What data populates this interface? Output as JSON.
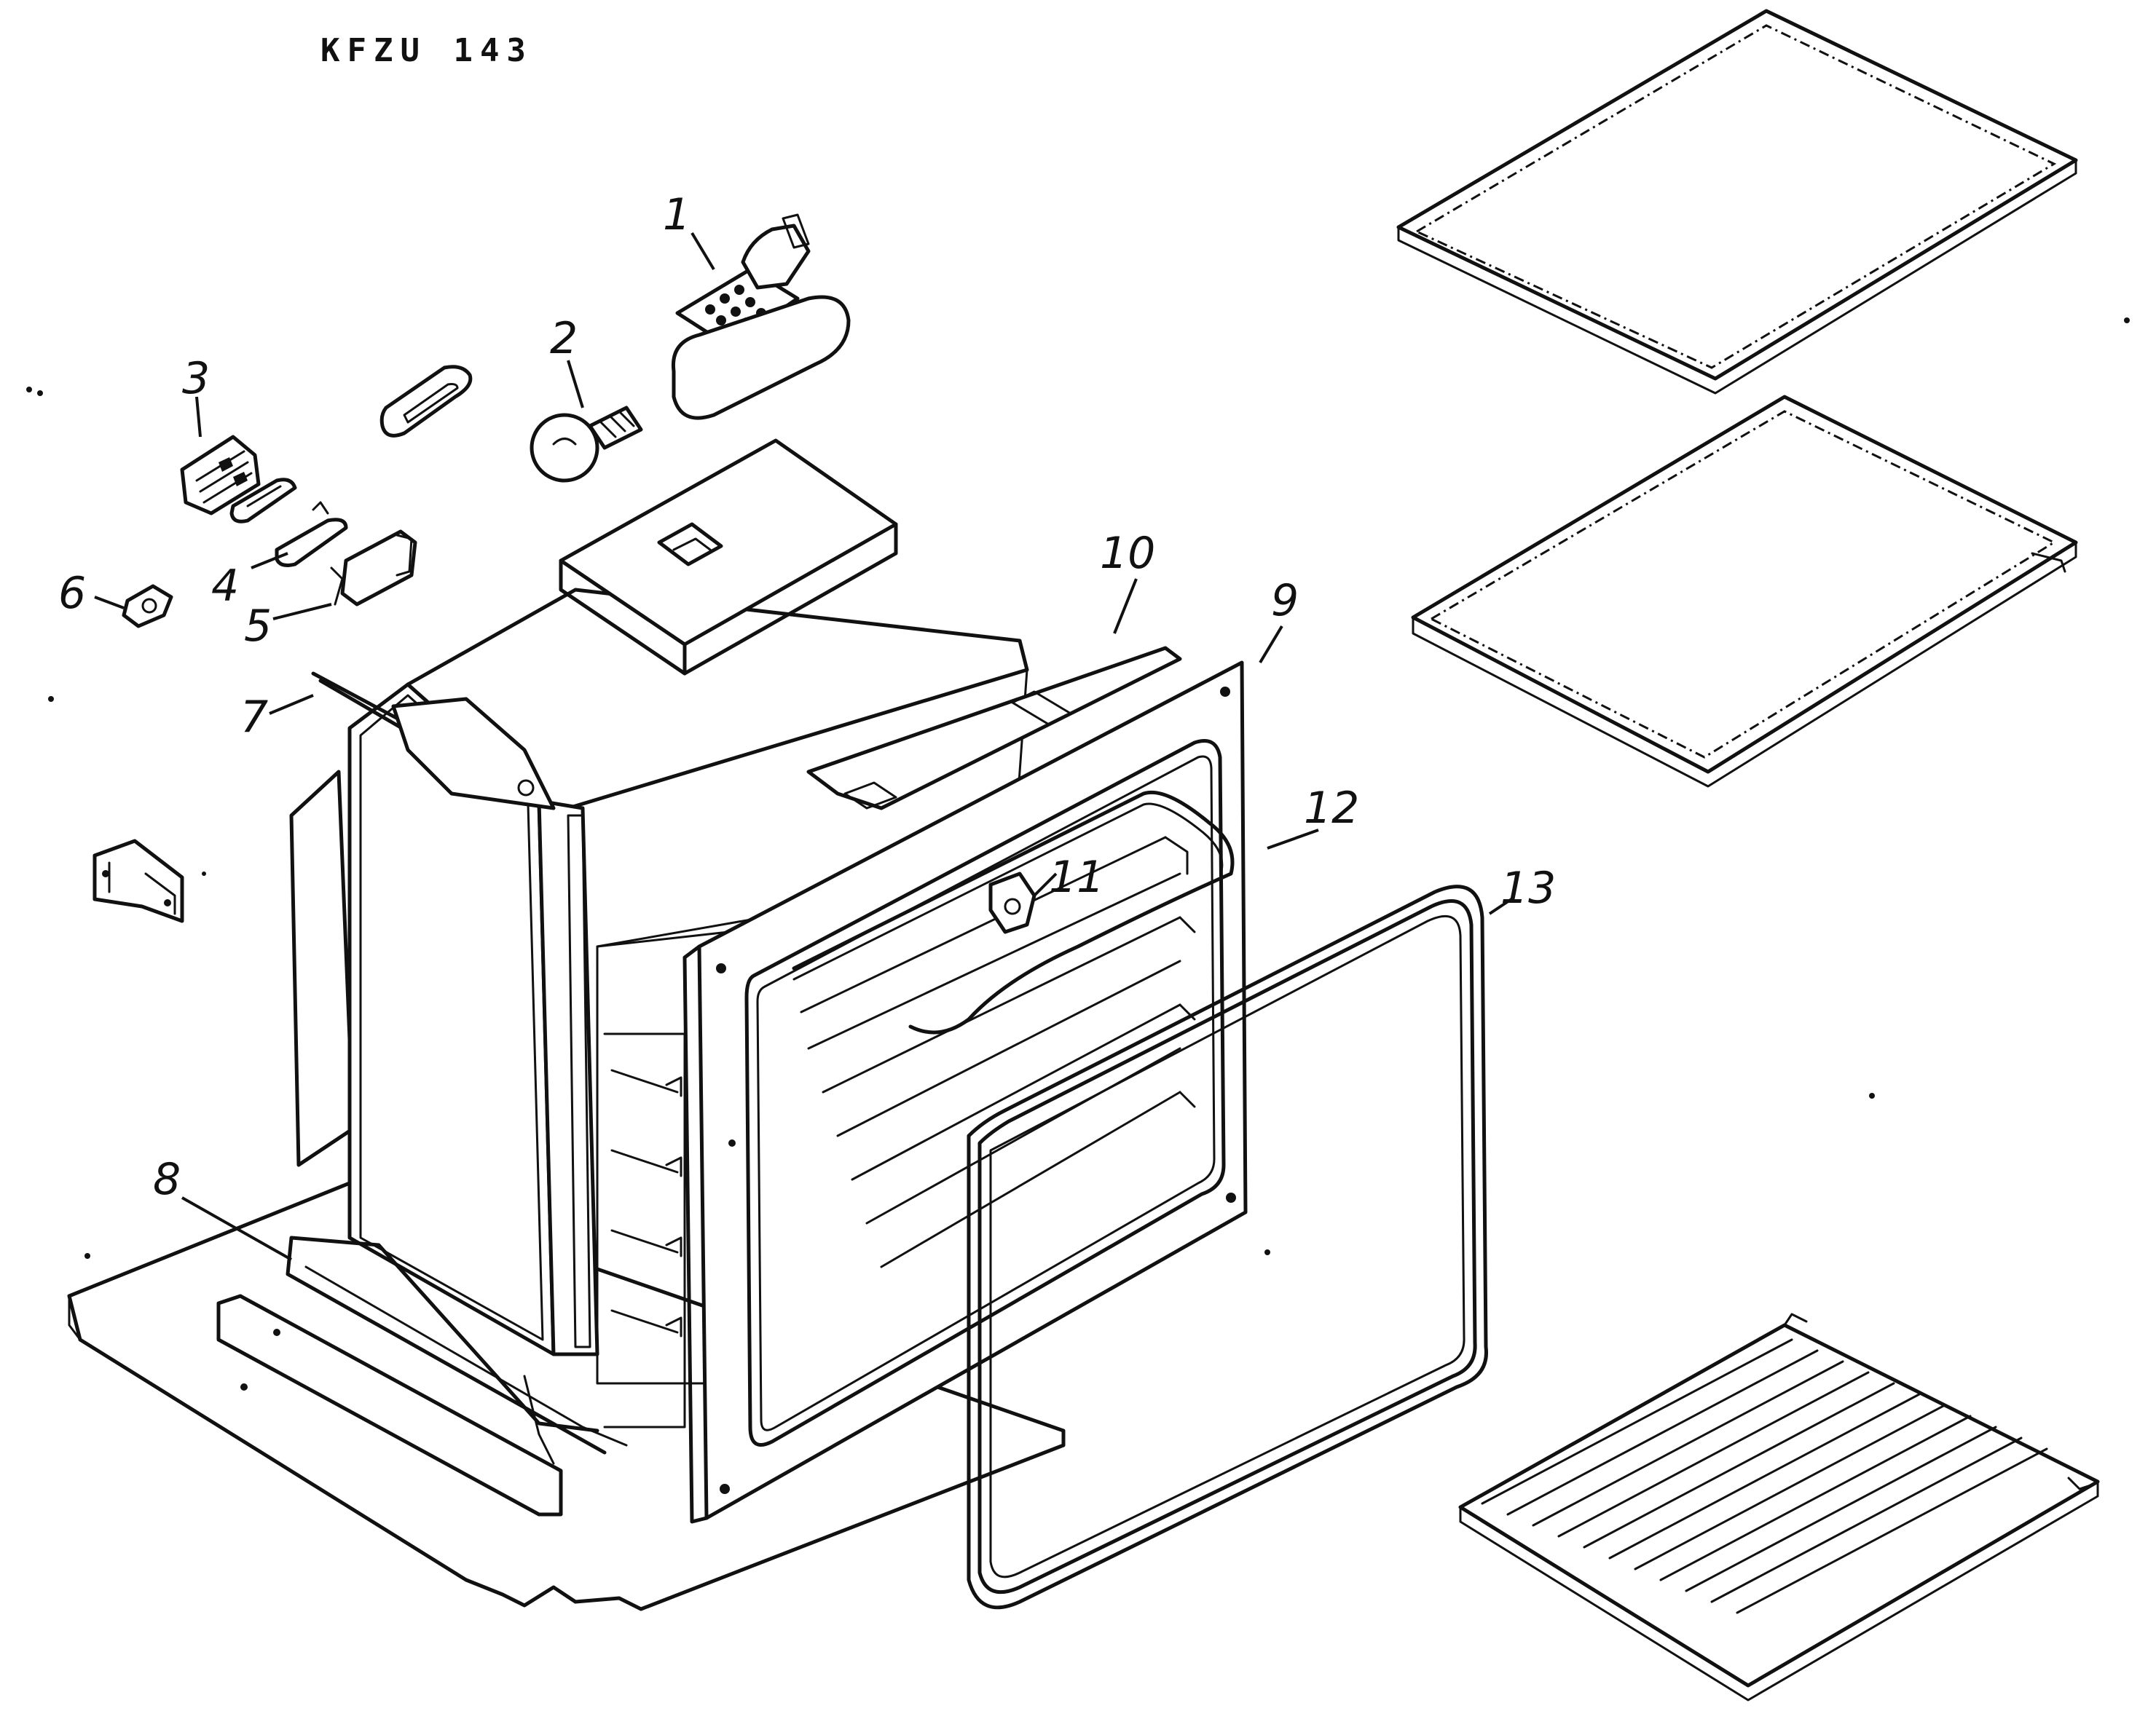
{
  "title": "KFZU 143",
  "callouts": [
    {
      "id": "1",
      "label": "1"
    },
    {
      "id": "2",
      "label": "2"
    },
    {
      "id": "3",
      "label": "3"
    },
    {
      "id": "4",
      "label": "4"
    },
    {
      "id": "5",
      "label": "5"
    },
    {
      "id": "6",
      "label": "6"
    },
    {
      "id": "7",
      "label": "7"
    },
    {
      "id": "8",
      "label": "8"
    },
    {
      "id": "9",
      "label": "9"
    },
    {
      "id": "10",
      "label": "10"
    },
    {
      "id": "11",
      "label": "11"
    },
    {
      "id": "12",
      "label": "12"
    },
    {
      "id": "13",
      "label": "13"
    }
  ],
  "parts": [
    "lamp-holder",
    "light-bulb",
    "terminal-block",
    "gasket",
    "clip",
    "nut-clip",
    "top-heating-element",
    "bottom-heating-element",
    "front-frame",
    "top-trim",
    "thermostat-probe",
    "grill-element",
    "door-seal",
    "enamel-tray",
    "baking-tray",
    "oven-rack",
    "oven-cavity",
    "base-plate",
    "top-insulation-block",
    "mounting-bracket"
  ]
}
